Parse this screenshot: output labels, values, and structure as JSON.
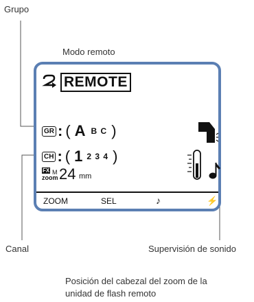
{
  "callouts": {
    "group": "Grupo",
    "remote_mode": "Modo remoto",
    "channel": "Canal",
    "sound_monitor": "Supervisión de sonido",
    "zoom_position_line1": "Posición del cabezal del zoom de la",
    "zoom_position_line2": "unidad de flash remoto"
  },
  "lcd": {
    "remote_label": "REMOTE",
    "group_tag": "GR",
    "group_colon": ":",
    "group_open": "(",
    "group_selected": "A",
    "group_others": "B C",
    "group_close": ")",
    "channel_tag": "CH",
    "channel_colon": ":",
    "channel_open": "(",
    "channel_selected": "1",
    "channel_others": "2 3 4",
    "channel_close": ")",
    "fx_tag": "FX",
    "mode_letter": "M",
    "zoom_tag": "zoom",
    "zoom_value": "24",
    "zoom_unit": "mm",
    "softkeys": [
      "ZOOM",
      "SEL",
      "♪",
      "⚡"
    ]
  },
  "colors": {
    "lcd_border": "#5b7fb3",
    "leader_lines": "#555555"
  }
}
